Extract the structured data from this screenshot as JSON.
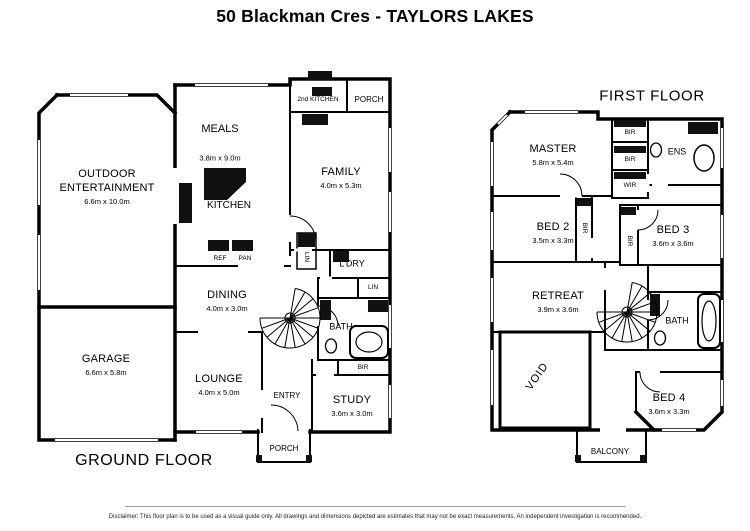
{
  "title": "50 Blackman Cres - TAYLORS LAKES",
  "disclaimer": "Disclaimer: This floor plan is to be used as a visual guide only. All drawings and dimensions depicted are estimates that may not be exact measurements. An independent investigation is recommended.",
  "colors": {
    "wall": "#000000",
    "background": "#ffffff"
  },
  "ground": {
    "floor_label": "GROUND FLOOR",
    "rooms": {
      "outdoor": {
        "name": "OUTDOOR ENTERTAINMENT",
        "dims": "6.6m x 10.0m"
      },
      "meals": {
        "name": "MEALS",
        "dims": "3.8m x 9.0m"
      },
      "kitchen2": {
        "name": "2nd KITCHEN"
      },
      "porch_top": {
        "name": "PORCH"
      },
      "family": {
        "name": "FAMILY",
        "dims": "4.0m x 5.3m"
      },
      "kitchen": {
        "name": "KITCHEN"
      },
      "ref": {
        "name": "REF"
      },
      "pan": {
        "name": "PAN"
      },
      "lin_tall": {
        "name": "LIN"
      },
      "ldry": {
        "name": "L'DRY"
      },
      "dining": {
        "name": "DINING",
        "dims": "4.0m x 3.0m"
      },
      "lin": {
        "name": "LIN"
      },
      "bath": {
        "name": "BATH"
      },
      "garage": {
        "name": "GARAGE",
        "dims": "6.6m x 5.8m"
      },
      "lounge": {
        "name": "LOUNGE",
        "dims": "4.0m x 5.0m"
      },
      "entry": {
        "name": "ENTRY"
      },
      "study": {
        "name": "STUDY",
        "dims": "3.6m x 3.0m"
      },
      "bir": {
        "name": "BIR"
      },
      "porch": {
        "name": "PORCH"
      }
    }
  },
  "first": {
    "floor_label": "FIRST FLOOR",
    "rooms": {
      "master": {
        "name": "MASTER",
        "dims": "5.8m x 5.4m"
      },
      "bir_a": {
        "name": "BIR"
      },
      "ens": {
        "name": "ENS"
      },
      "bir_b": {
        "name": "BIR"
      },
      "wir": {
        "name": "WIR"
      },
      "bed2": {
        "name": "BED 2",
        "dims": "3.5m x 3.3m"
      },
      "bir_bed2": {
        "name": "BIR"
      },
      "bed3": {
        "name": "BED 3",
        "dims": "3.6m x 3.6m"
      },
      "bir_bed3": {
        "name": "BIR"
      },
      "retreat": {
        "name": "RETREAT",
        "dims": "3.9m x 3.6m"
      },
      "bath": {
        "name": "BATH"
      },
      "void": {
        "name": "VOID"
      },
      "bed4": {
        "name": "BED 4",
        "dims": "3.6m x 3.3m"
      },
      "balcony": {
        "name": "BALCONY"
      }
    }
  }
}
